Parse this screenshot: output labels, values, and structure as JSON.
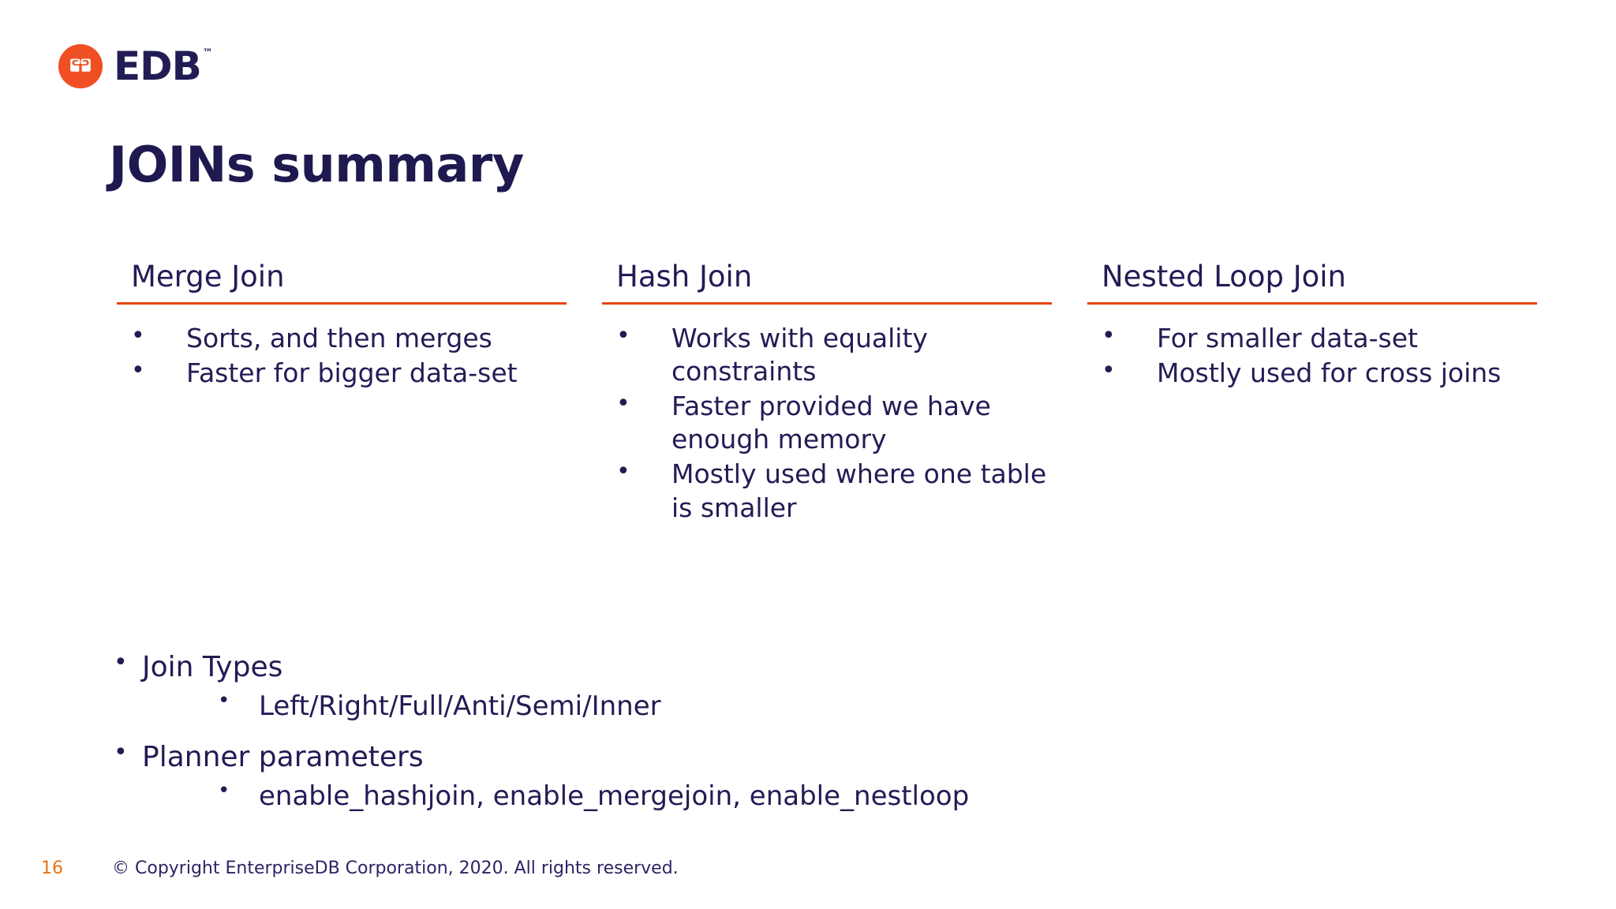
{
  "brand": {
    "logo_text": "EDB",
    "logo_trademark": "™",
    "logo_mark_name": "edb-circle-logo",
    "orange": "#F04E23",
    "navy": "#221C55",
    "rule_orange": "#E8430F",
    "page_number_orange": "#E8730F"
  },
  "title": "JOINs summary",
  "columns": [
    {
      "heading": "Merge Join",
      "bullets": [
        "Sorts, and then merges",
        "Faster for bigger data-set"
      ]
    },
    {
      "heading": "Hash Join",
      "bullets": [
        "Works with equality constraints",
        "Faster provided we have enough memory",
        "Mostly used where one table is smaller"
      ]
    },
    {
      "heading": "Nested Loop Join",
      "bullets": [
        "For smaller data-set",
        "Mostly used for cross joins"
      ]
    }
  ],
  "outline": [
    {
      "level1": "Join Types",
      "level2": "Left/Right/Full/Anti/Semi/Inner"
    },
    {
      "level1": "Planner parameters",
      "level2": "enable_hashjoin, enable_mergejoin, enable_nestloop"
    }
  ],
  "footer": {
    "page_number": "16",
    "copyright": "© Copyright EnterpriseDB Corporation, 2020. All rights reserved."
  }
}
